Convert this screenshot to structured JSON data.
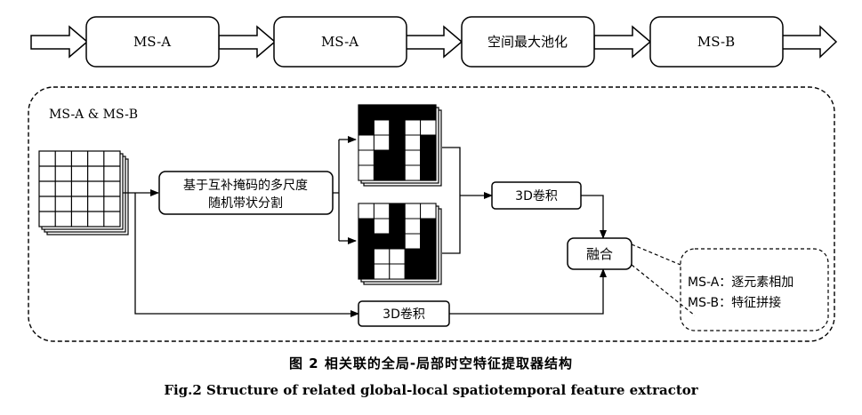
{
  "pipeline": {
    "stages": [
      "MS-A",
      "MS-A",
      "空间最大池化",
      "MS-B"
    ]
  },
  "detail": {
    "region_label": "MS-A & MS-B",
    "split_block": {
      "line1": "基于互补掩码的多尺度",
      "line2": "随机带状分割"
    },
    "conv_top": "3D卷积",
    "conv_bottom": "3D卷积",
    "fusion": "融合",
    "note": {
      "line1": "MS-A：逐元素相加",
      "line2": "MS-B：特征拼接"
    }
  },
  "masks": {
    "top": [
      [
        1,
        1,
        1,
        1,
        1
      ],
      [
        1,
        0,
        1,
        0,
        0
      ],
      [
        0,
        0,
        1,
        0,
        1
      ],
      [
        0,
        1,
        1,
        0,
        1
      ],
      [
        0,
        1,
        1,
        0,
        1
      ]
    ],
    "bottom": [
      [
        0,
        0,
        1,
        0,
        0
      ],
      [
        1,
        0,
        1,
        0,
        1
      ],
      [
        1,
        1,
        1,
        0,
        1
      ],
      [
        1,
        0,
        0,
        1,
        1
      ],
      [
        1,
        0,
        0,
        1,
        1
      ]
    ]
  },
  "caption": {
    "cn": "图 2    相关联的全局-局部时空特征提取器结构",
    "en": "Fig.2    Structure of related global-local spatiotemporal feature extractor"
  }
}
